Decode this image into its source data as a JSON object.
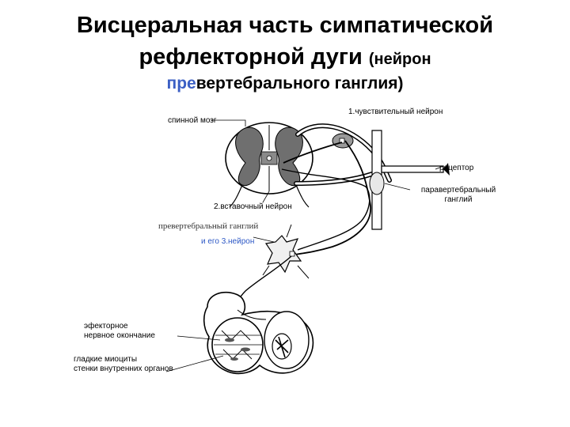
{
  "title": {
    "line1": "Висцеральная часть симпатической",
    "line2_main": "рефлекторной дуги",
    "line2_paren": "(нейрон",
    "line3_highlight": "пре",
    "line3_rest": "вертебрального ганглия)"
  },
  "labels": {
    "spinal_cord": "спинной мозг",
    "sensory_neuron": "1.чувствительный нейрон",
    "receptor": "рецептор",
    "paravertebral_line1": "паравертебральный",
    "paravertebral_line2": "ганглий",
    "interneuron": "2.вставочный нейрон",
    "prevertebral_overlay": "превертебральный ганглий",
    "neuron3": "и его 3.нейрон",
    "effector_line1": "эфекторное",
    "effector_line2": "нервное окончание",
    "smooth_line1": "гладкие миоциты",
    "smooth_line2": "стенки внутренних органов"
  }
}
